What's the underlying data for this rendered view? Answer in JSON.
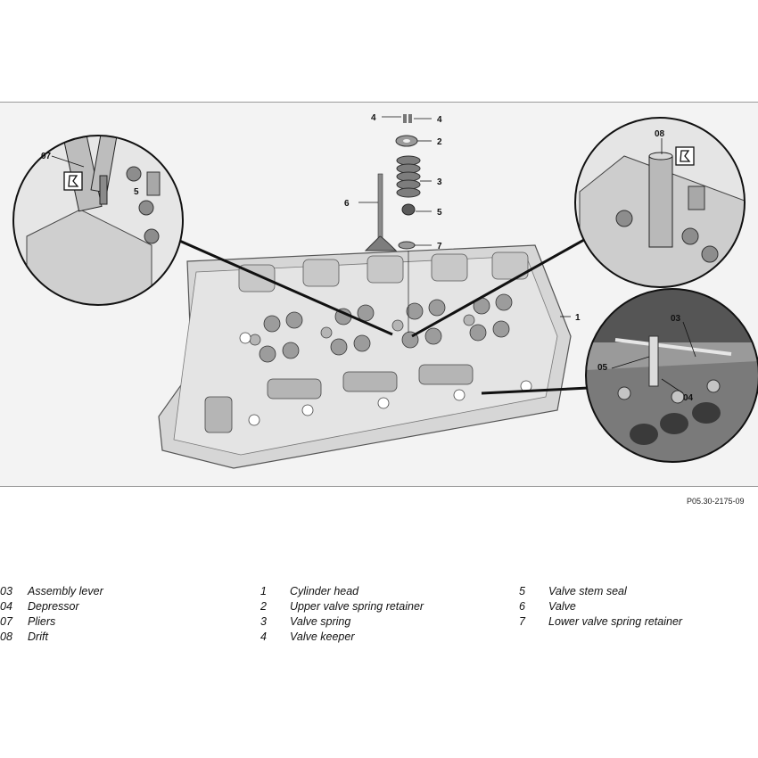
{
  "figure": {
    "code": "P05.30-2175-09",
    "callouts": [
      "1",
      "2",
      "3",
      "4",
      "4",
      "5",
      "5",
      "6",
      "7",
      "03",
      "04",
      "05",
      "07",
      "08"
    ],
    "colors": {
      "frame_bg": "#f3f3f3",
      "part_fill": "#d8d8d8",
      "dark": "#3a3a3a",
      "line": "#111111"
    },
    "icons": [
      "torque-tool-icon",
      "torque-tool-icon"
    ]
  },
  "legend": {
    "col1": [
      {
        "code": "03",
        "text": "Assembly lever"
      },
      {
        "code": "04",
        "text": "Depressor"
      },
      {
        "code": "07",
        "text": "Pliers"
      },
      {
        "code": "08",
        "text": "Drift"
      }
    ],
    "col2": [
      {
        "code": "1",
        "text": "Cylinder head"
      },
      {
        "code": "2",
        "text": "Upper valve spring retainer"
      },
      {
        "code": "3",
        "text": "Valve spring"
      },
      {
        "code": "4",
        "text": "Valve keeper"
      }
    ],
    "col3": [
      {
        "code": "5",
        "text": "Valve stem seal"
      },
      {
        "code": "6",
        "text": "Valve"
      },
      {
        "code": "7",
        "text": "Lower valve spring retainer"
      }
    ]
  }
}
